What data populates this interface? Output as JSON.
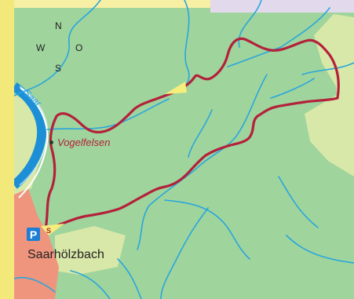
{
  "compass": {
    "north": "N",
    "west": "W",
    "east": "O",
    "south": "S"
  },
  "labels": {
    "river": "Saar",
    "landmark": "Vogelfelsen",
    "town": "Saarhölzbach",
    "parking": "P",
    "start": "S"
  },
  "colors": {
    "forest": "#9fd49d",
    "meadow": "#d8e8a8",
    "settlement": "#f0957d",
    "river": "#1c8fd6",
    "stream": "#2aa6dc",
    "route": "#b3213a",
    "start_marker": "#f6ee7c",
    "top_band": "#f7efa4",
    "side_band": "#f2e97a",
    "top_right_panel": "#e3d9ec",
    "parking": "#1c7fd6"
  },
  "icons": {
    "parking": "parking-icon",
    "start": "start-flag-icon",
    "direction": "direction-arrow-icon"
  }
}
